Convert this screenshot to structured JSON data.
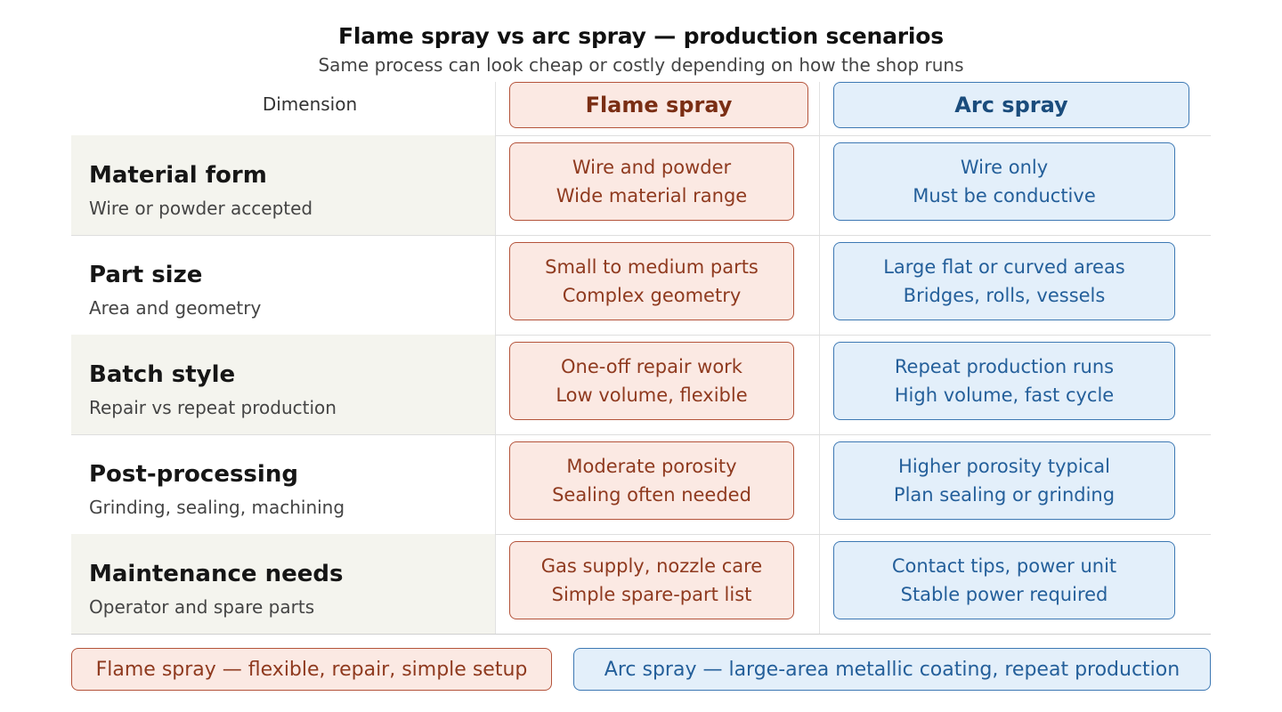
{
  "header": {
    "title": "Flame spray vs arc spray — production scenarios",
    "subtitle": "Same process can look cheap or costly depending on how the shop runs"
  },
  "columns": {
    "dimension": "Dimension",
    "flame": "Flame spray",
    "arc": "Arc spray"
  },
  "rows": [
    {
      "label": "Material form",
      "desc": "Wire or powder accepted",
      "flame": [
        "Wire and powder",
        "Wide material range"
      ],
      "arc": [
        "Wire only",
        "Must be conductive"
      ]
    },
    {
      "label": "Part size",
      "desc": "Area and geometry",
      "flame": [
        "Small to medium parts",
        "Complex geometry"
      ],
      "arc": [
        "Large flat or curved areas",
        "Bridges, rolls, vessels"
      ]
    },
    {
      "label": "Batch style",
      "desc": "Repair vs repeat production",
      "flame": [
        "One-off repair work",
        "Low volume, flexible"
      ],
      "arc": [
        "Repeat production runs",
        "High volume, fast cycle"
      ]
    },
    {
      "label": "Post-processing",
      "desc": "Grinding, sealing, machining",
      "flame": [
        "Moderate porosity",
        "Sealing often needed"
      ],
      "arc": [
        "Higher porosity typical",
        "Plan sealing or grinding"
      ]
    },
    {
      "label": "Maintenance needs",
      "desc": "Operator and spare parts",
      "flame": [
        "Gas supply, nozzle care",
        "Simple spare-part list"
      ],
      "arc": [
        "Contact tips, power unit",
        "Stable power required"
      ]
    }
  ],
  "footer": {
    "flame": "Flame spray — flexible, repair, simple setup",
    "arc": "Arc spray — large-area metallic coating, repeat production"
  },
  "colors": {
    "flame_fill": "#fbe9e3",
    "flame_border": "#b4533a",
    "flame_text": "#8f3a1f",
    "arc_fill": "#e3effa",
    "arc_border": "#3d78b3",
    "arc_text": "#245f9a",
    "label_shade": "#f4f4ee"
  }
}
